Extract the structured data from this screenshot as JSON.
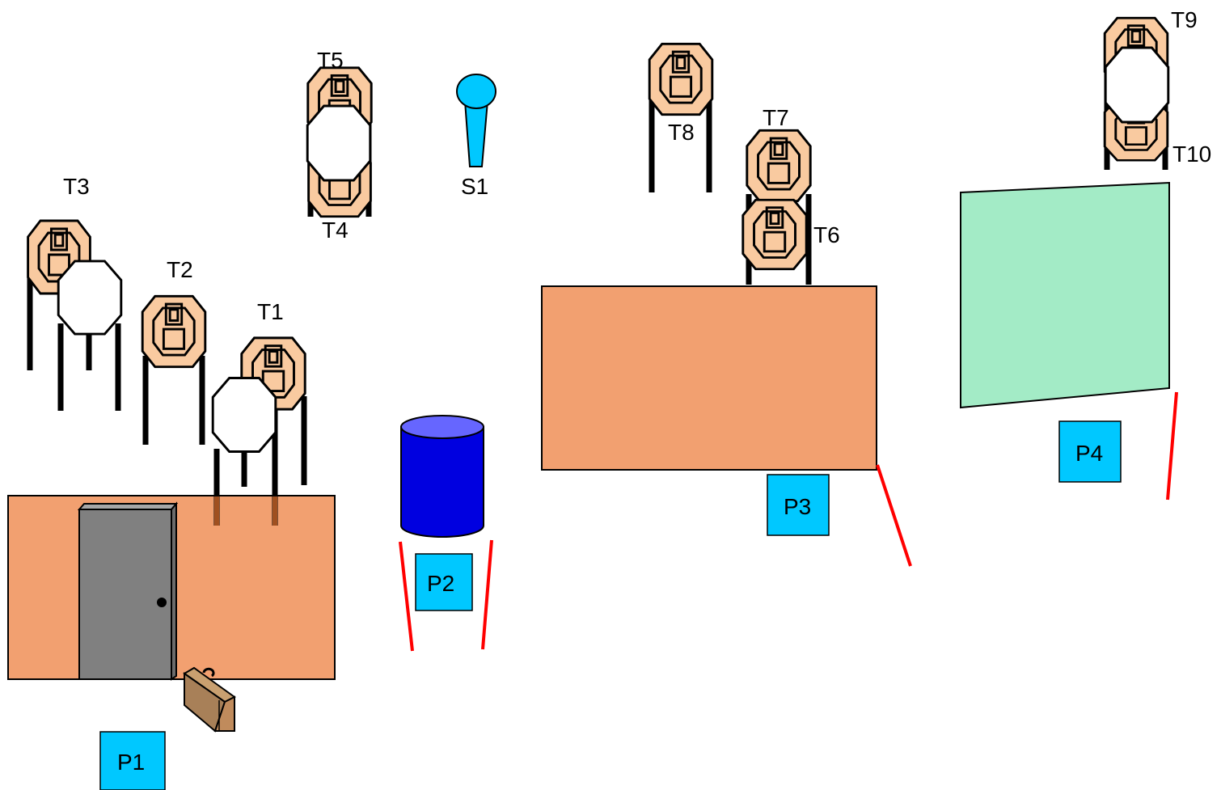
{
  "colors": {
    "wall": "#f2a070",
    "green_wall": "#a3ebc6",
    "barrel": "#0000e0",
    "barrel_top": "#6666ff",
    "position_box": "#00c8ff",
    "start_marker": "#00c8ff",
    "target_fill": "#f9caa0",
    "fault_line": "#ff0000",
    "door": "#808080"
  },
  "targets": [
    {
      "label": "T1"
    },
    {
      "label": "T2"
    },
    {
      "label": "T3"
    },
    {
      "label": "T4"
    },
    {
      "label": "T5"
    },
    {
      "label": "T6"
    },
    {
      "label": "T7"
    },
    {
      "label": "T8"
    },
    {
      "label": "T9"
    },
    {
      "label": "T10"
    }
  ],
  "start": {
    "label": "S1"
  },
  "positions": [
    {
      "label": "P1"
    },
    {
      "label": "P2"
    },
    {
      "label": "P3"
    },
    {
      "label": "P4"
    }
  ],
  "props": {
    "door_icon": "door-icon",
    "briefcase_icon": "briefcase-icon",
    "barrel_icon": "barrel-icon"
  }
}
